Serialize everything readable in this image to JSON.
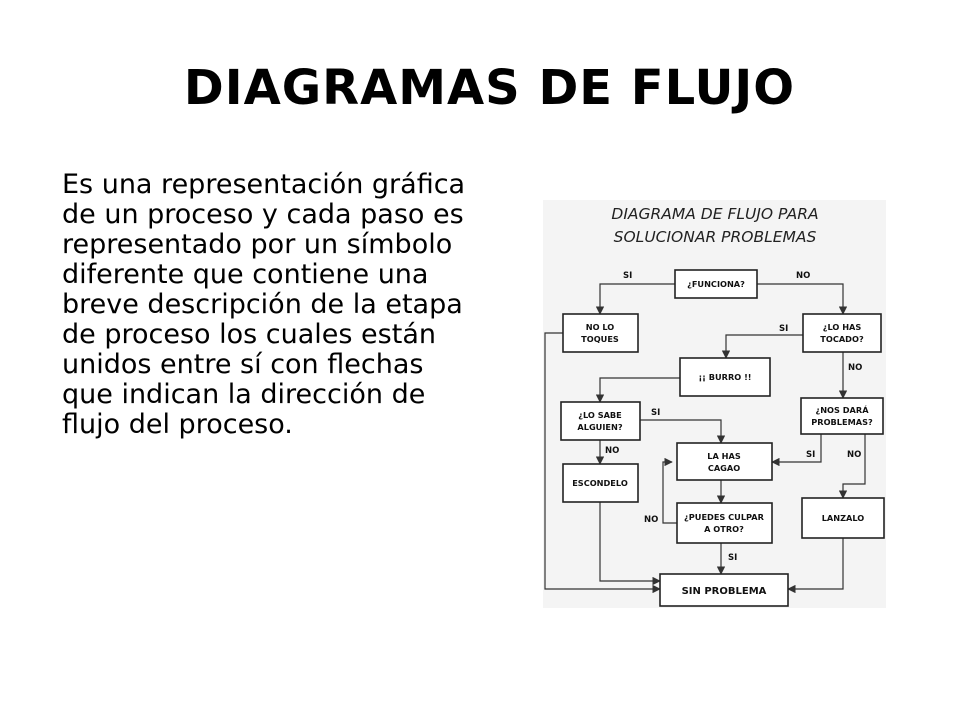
{
  "slide": {
    "title": "DIAGRAMAS DE FLUJO",
    "body": "Es una representación gráfica de un proceso y cada paso es representado por un símbolo diferente que contiene una breve descripción de la etapa de proceso los cuales están unidos entre sí con flechas que indican la dirección de flujo del proceso."
  },
  "diagram": {
    "title_line1": "DIAGRAMA DE FLUJO PARA",
    "title_line2": "SOLUCIONAR PROBLEMAS",
    "nodes": {
      "funciona": "¿FUNCIONA?",
      "no_lo_toques_1": "NO LO",
      "no_lo_toques_2": "TOQUES",
      "lo_has_tocado_1": "¿LO HAS",
      "lo_has_tocado_2": "TOCADO?",
      "burro": "¡¡ BURRO !!",
      "lo_sabe_1": "¿LO SABE",
      "lo_sabe_2": "ALGUIEN?",
      "nos_dara_1": "¿NOS DARÁ",
      "nos_dara_2": "PROBLEMAS?",
      "la_has_1": "LA HAS",
      "la_has_2": "CAGAO",
      "escondelo": "ESCONDELO",
      "culpar_1": "¿PUEDES CULPAR",
      "culpar_2": "A OTRO?",
      "lanzalo": "LANZALO",
      "sin_problema": "SIN PROBLEMA"
    },
    "labels": {
      "si": "SI",
      "no": "NO"
    }
  }
}
